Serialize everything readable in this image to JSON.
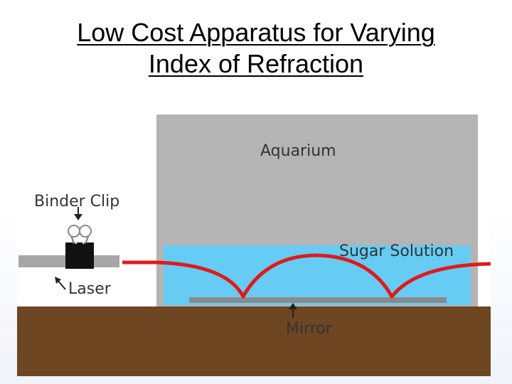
{
  "title": {
    "line1": "Low Cost Apparatus for Varying",
    "line2": "Index of Refraction"
  },
  "diagram": {
    "labels": {
      "aquarium": "Aquarium",
      "binder_clip": "Binder Clip",
      "sugar_solution": "Sugar Solution",
      "laser": "Laser",
      "mirror": "Mirror"
    },
    "colors": {
      "aquarium": "#b4b4b4",
      "solution": "#66ccf4",
      "table": "#6e4622",
      "beam": "#e01a1a",
      "mirror": "#8a8a8a",
      "laser_body": "#a6a6a6",
      "clip": "#111111"
    }
  }
}
